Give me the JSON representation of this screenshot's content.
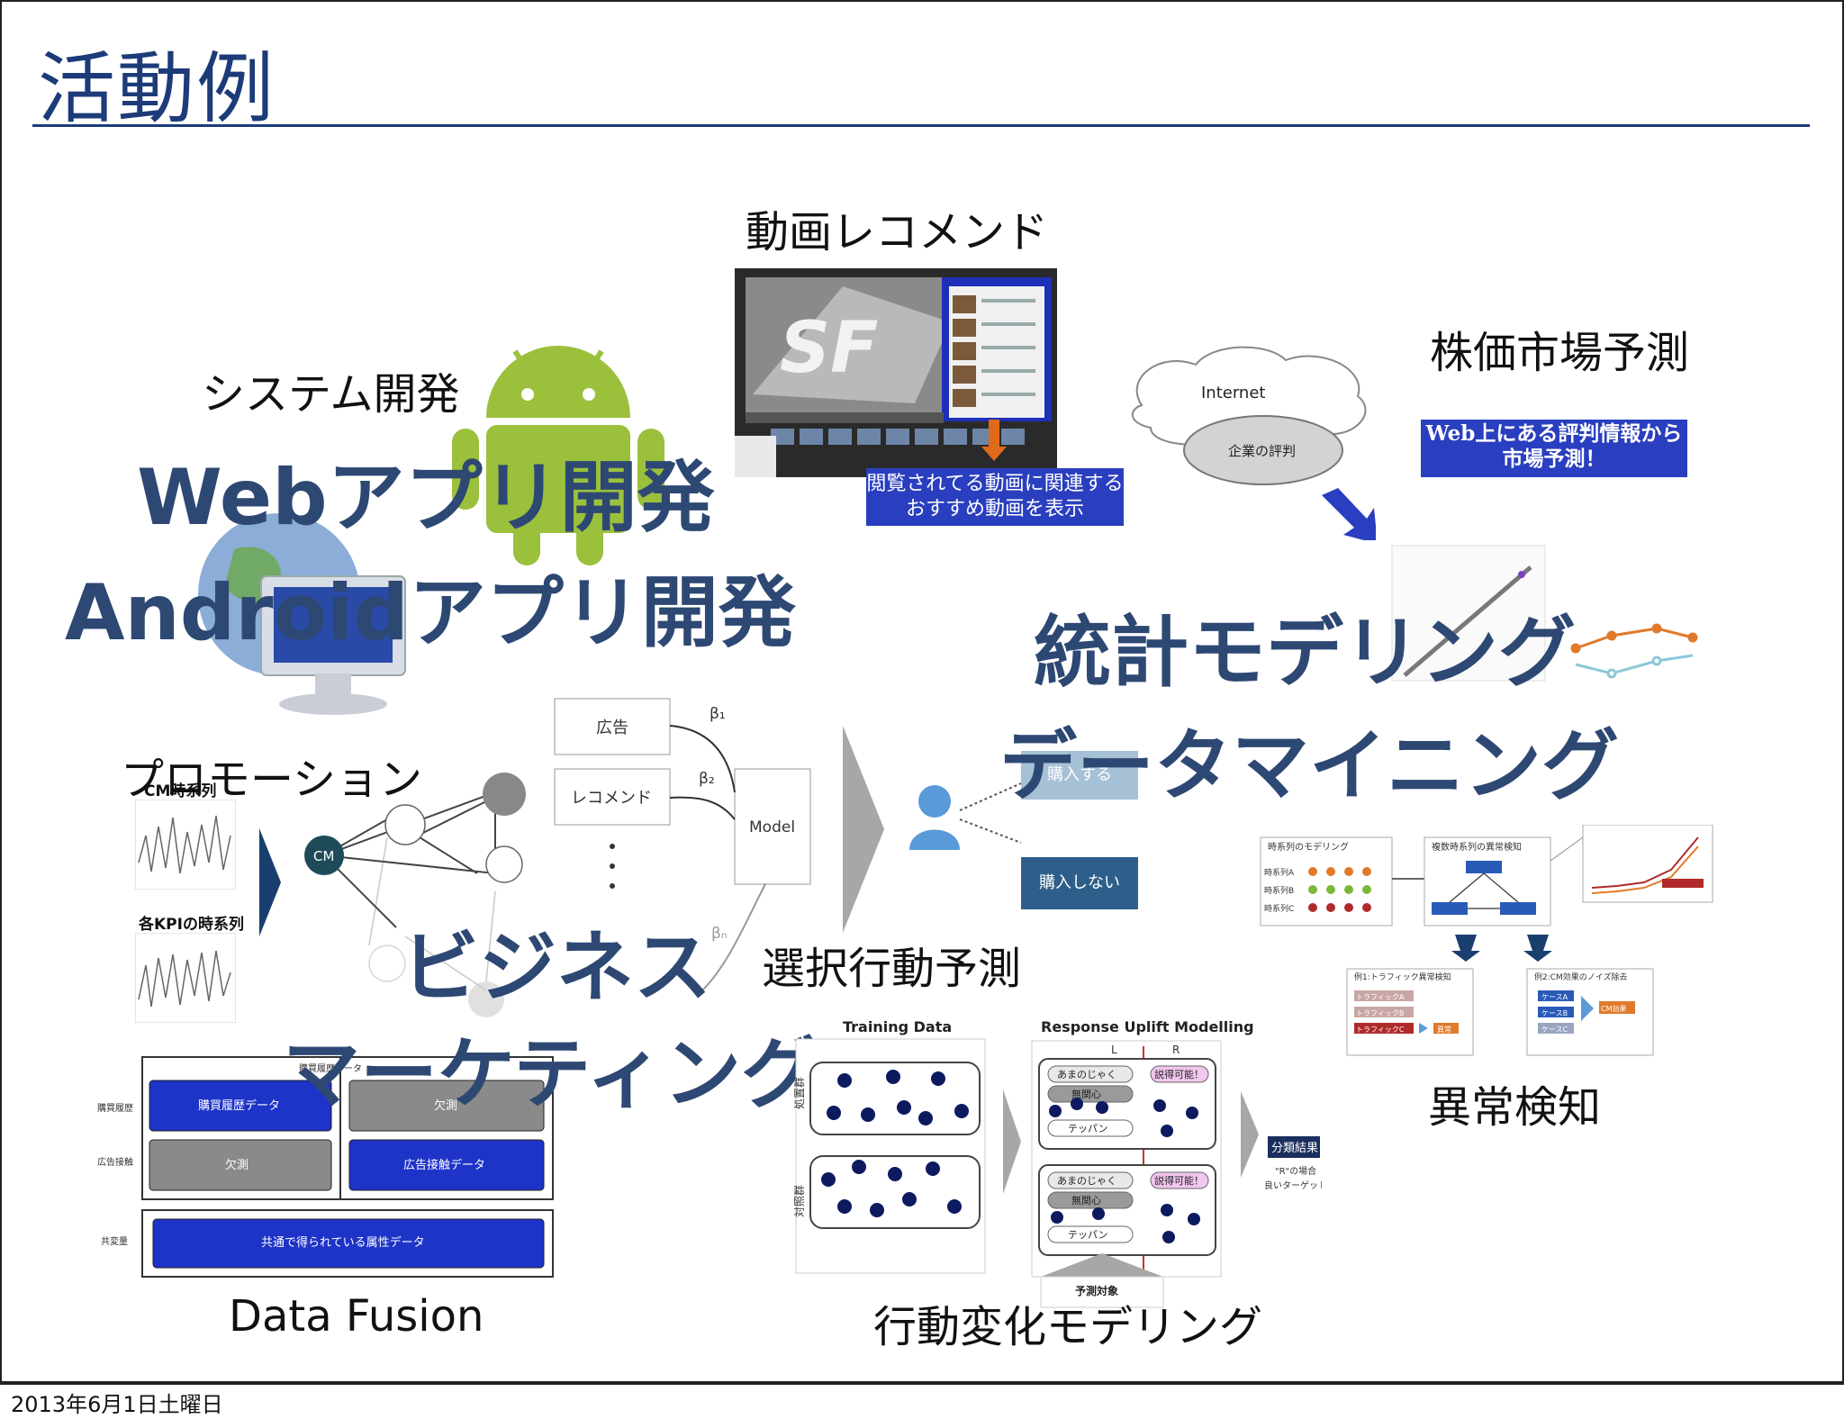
{
  "slide": {
    "title": "活動例",
    "date": "2013年6月1日土曜日"
  },
  "sections": {
    "video_reco": {
      "label": "動画レコメンド",
      "thumb_text": "SF",
      "caption_line1": "閲覧されてる動画に関連する",
      "caption_line2": "おすすめ動画を表示"
    },
    "stock": {
      "label": "株価市場予測",
      "cloud_text": "Internet",
      "ellipse_text": "企業の評判",
      "box_line1": "Web上にある評判情報から",
      "box_line2": "市場予測！"
    },
    "system": {
      "label": "システム開発",
      "big_line1": "Webアプリ開発",
      "big_line2": "Androidアプリ開発"
    },
    "stats": {
      "big_line1": "統計モデリング",
      "big_line2": "データマイニング"
    },
    "promotion": {
      "label": "プロモーション",
      "cm_series": "CM時系列",
      "kpi_series": "各KPIの時系列",
      "cm_node": "CM",
      "node_ad": "広告",
      "node_reco": "レコメンド",
      "node_dots": "・\n・\n・",
      "node_model": "Model",
      "beta1": "β₁",
      "beta2": "β₂",
      "betan": "βₙ"
    },
    "choice": {
      "label": "選択行動予測",
      "buy": "購入する",
      "no_buy": "購入しない"
    },
    "business": {
      "big_line1": "ビジネス",
      "big_line2": "マーケティング"
    },
    "anomaly": {
      "label": "異常検知",
      "panel1_title": "時系列のモデリング",
      "panel2_title": "複数時系列の異常検知",
      "series_a": "時系列A",
      "series_b": "時系列B",
      "series_c": "時系列C",
      "ex1_title": "例1:トラフィック異常検知",
      "ex2_title": "例2:CM効果のノイズ除去",
      "traffic_a": "トラフィックA",
      "traffic_b": "トラフィックB",
      "traffic_c": "トラフィックC",
      "case_a": "ケースA",
      "case_b": "ケースB",
      "case_c": "ケースC",
      "anomaly_tag": "異常",
      "cm_effect": "CM効果"
    },
    "data_fusion": {
      "label": "Data Fusion",
      "header": "購買履歴データ",
      "row1_label": "購買履歴",
      "row2_label": "広告接触",
      "row3_label": "共変量",
      "purchase_data": "購買履歴データ",
      "missing1": "欠測",
      "missing2": "欠測",
      "ad_data": "広告接触データ",
      "shared_data": "共通で得られている属性データ"
    },
    "uplift": {
      "label": "行動変化モデリング",
      "training": "Training Data",
      "response": "Response Uplift Modelling",
      "col_l": "L",
      "col_r": "R",
      "treat": "処置群",
      "control": "対照群",
      "amanojaku": "あまのじゃく",
      "indifferent": "無関心",
      "persuadable": "説得可能！",
      "teppan": "テッパン",
      "result_box": "分類結果",
      "result_note1": "\"R\"の場合",
      "result_note2": "良いターゲット",
      "target": "予測対象"
    }
  },
  "colors": {
    "title": "#1c3b78",
    "big_text": "#2d4873",
    "box_blue": "#2a3fbf",
    "dark_navy": "#1a2f5f",
    "android_green": "#9bc03c",
    "steel": "#2e5f8a"
  }
}
